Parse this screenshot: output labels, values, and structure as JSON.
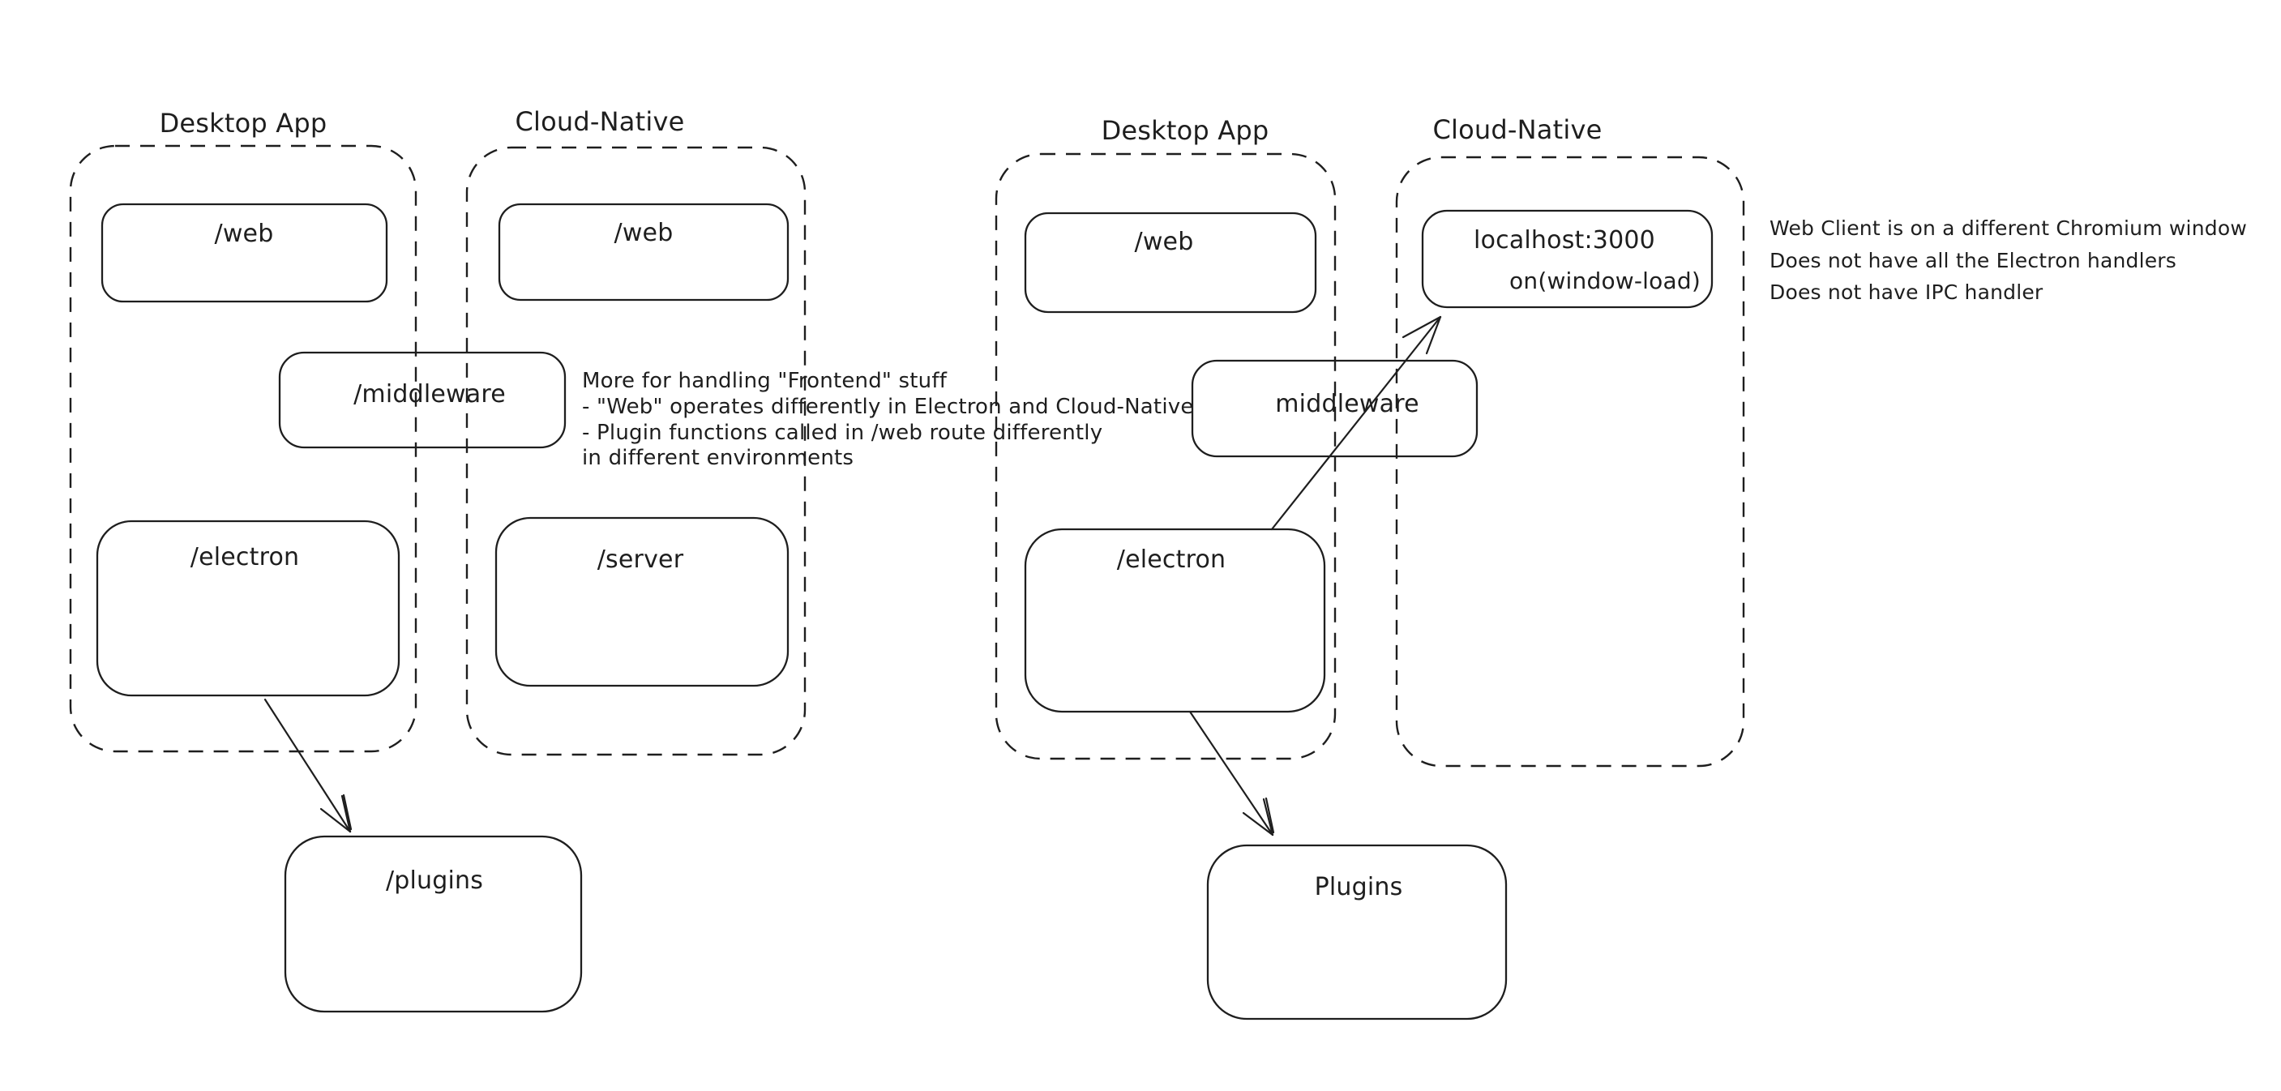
{
  "colors": {
    "ink": "#1e1e1e",
    "red": "#c9443c",
    "green": "#4a9e55",
    "background": "#ffffff"
  },
  "left_diagram": {
    "desktop_group_label": "Desktop App",
    "cloud_group_label": "Cloud-Native",
    "web_desktop_label": "/web",
    "web_cloud_label": "/web",
    "middleware_label": "/middleware",
    "electron_label": "/electron",
    "server_label": "/server",
    "plugins_label": "/plugins"
  },
  "right_diagram": {
    "desktop_group_label": "Desktop App",
    "cloud_group_label": "Cloud-Native",
    "web_desktop_label": "/web",
    "localhost_label": "localhost:3000",
    "window_load_label": "on(window-load)",
    "middleware_label": "middleware",
    "electron_label": "/electron",
    "plugins_label": "Plugins"
  },
  "notes": {
    "green_note": {
      "lines": [
        "More for handling \"Frontend\" stuff",
        "- \"Web\" operates differently in Electron and Cloud-Native",
        "- Plugin functions called in /web route differently",
        "in different environments"
      ]
    },
    "red_note": {
      "lines": [
        "Web Client is on a different Chromium window",
        "Does not have all the Electron handlers",
        "Does not have IPC handler"
      ]
    }
  }
}
